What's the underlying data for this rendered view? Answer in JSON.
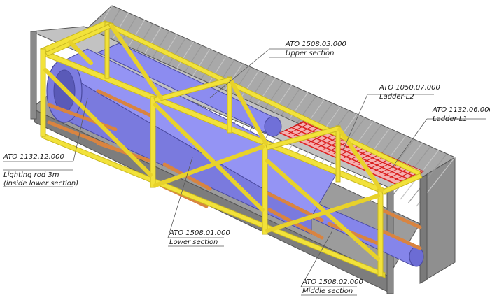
{
  "colors": {
    "container_dark": "#7b7b7b",
    "container_mid": "#9a9a9a",
    "container_light": "#b9b9b9",
    "frame_yellow": "#f2e23a",
    "frame_yellow_dark": "#c9b820",
    "brace_orange": "#f0a86a",
    "pipe_blue": "#8c8cf0",
    "pipe_blue_dark": "#6464c8",
    "ladder_red": "#e02020"
  },
  "callouts": [
    {
      "code": "ATO 1508.03.000",
      "name": "Upper section"
    },
    {
      "code": "ATO 1050.07.000",
      "name": "Ladder-L2"
    },
    {
      "code": "ATO 1132.06.000",
      "name": "Ladder-L1"
    },
    {
      "code": "ATO 1132.12.000",
      "name": "Lighting rod 3m",
      "note": "(inside lower section)"
    },
    {
      "code": "ATO 1508.01.000",
      "name": "Lower section"
    },
    {
      "code": "ATO 1508.02.000",
      "name": "Middle section"
    }
  ]
}
